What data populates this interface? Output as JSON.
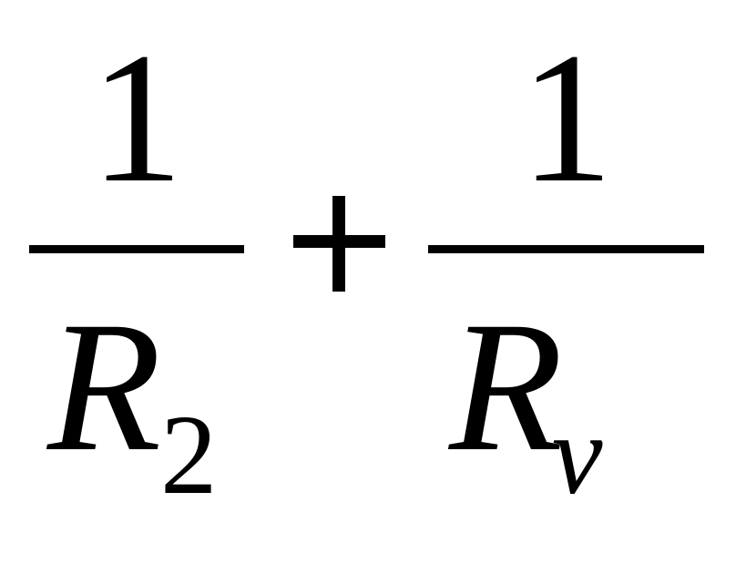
{
  "formula": {
    "term1": {
      "numerator": "1",
      "denominator_symbol": "R",
      "denominator_subscript": "2"
    },
    "operator": "+",
    "term2": {
      "numerator": "1",
      "denominator_symbol": "R",
      "denominator_subscript": "ν"
    }
  },
  "colors": {
    "ink": "#000000",
    "background": "#ffffff"
  }
}
